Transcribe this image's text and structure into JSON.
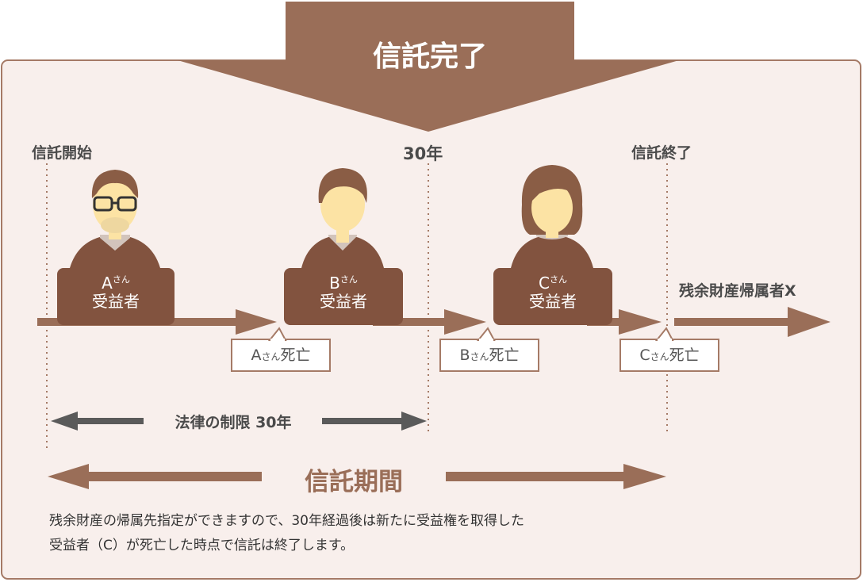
{
  "header": {
    "title": "信託完了"
  },
  "timeline": {
    "start_label": "信託開始",
    "mid_label": "30年",
    "end_label": "信託終了"
  },
  "beneficiaries": [
    {
      "letter": "A",
      "honorific": "さん",
      "role": "受益者",
      "death_letter": "A",
      "death_suffix": "死亡"
    },
    {
      "letter": "B",
      "honorific": "さん",
      "role": "受益者",
      "death_letter": "B",
      "death_suffix": "死亡"
    },
    {
      "letter": "C",
      "honorific": "さん",
      "role": "受益者",
      "death_letter": "C",
      "death_suffix": "死亡"
    }
  ],
  "residual": {
    "label": "残余財産帰属者X"
  },
  "legal_limit": {
    "label": "法律の制限 30年"
  },
  "period": {
    "label": "信託期間"
  },
  "note": {
    "line1": "残余財産の帰属先指定ができますので、30年経過後は新たに受益権を取得した",
    "line2": "受益者（C）が死亡した時点で信託は終了します。"
  },
  "colors": {
    "brown": "#9a6e58",
    "dark_brown": "#82533f",
    "panel_bg": "#f8efec",
    "skin": "#fce3a4",
    "hair": "#8a5d45",
    "gray_arrow": "#5a5a5a"
  }
}
